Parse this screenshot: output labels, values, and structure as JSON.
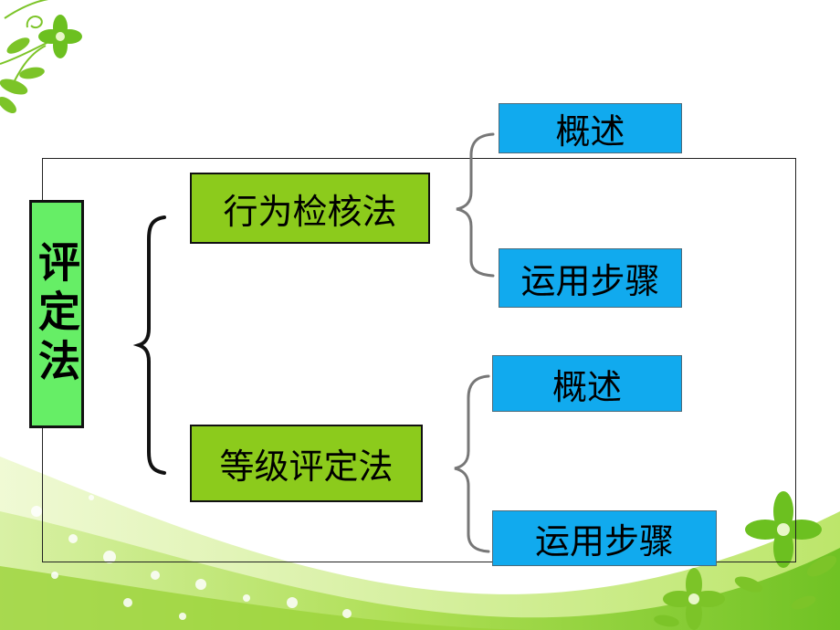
{
  "diagram": {
    "root": {
      "label": "评定法"
    },
    "methods": [
      {
        "label": "行为检核法",
        "children": [
          {
            "label": "概述"
          },
          {
            "label": "运用步骤"
          }
        ]
      },
      {
        "label": "等级评定法",
        "children": [
          {
            "label": "概述"
          },
          {
            "label": "运用步骤"
          }
        ]
      }
    ]
  },
  "colors": {
    "root_fill": "#66ee66",
    "method_fill": "#8ccb1c",
    "leaf_fill": "#11aaee",
    "bracket": "#111111",
    "sub_bracket": "#777777",
    "decor_green": "#8bd12a"
  },
  "decorations": [
    "leaf-vine-icon",
    "flower-icon",
    "green-swoosh"
  ]
}
